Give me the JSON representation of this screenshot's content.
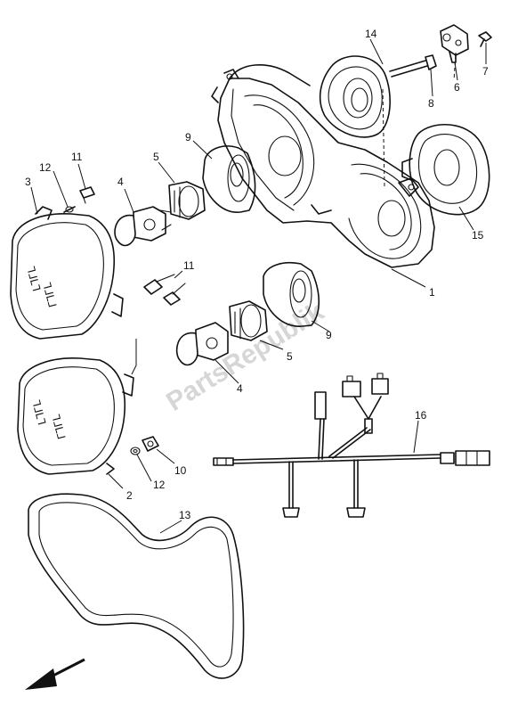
{
  "watermark": "PartsRepublik",
  "callouts": {
    "c1": "1",
    "c2": "2",
    "c3": "3",
    "c4a": "4",
    "c4b": "4",
    "c5a": "5",
    "c5b": "5",
    "c6": "6",
    "c7": "7",
    "c8": "8",
    "c9a": "9",
    "c9b": "9",
    "c10": "10",
    "c11a": "11",
    "c11b": "11",
    "c12a": "12",
    "c12b": "12",
    "c13": "13",
    "c14": "14",
    "c15": "15",
    "c16": "16"
  },
  "icons": {
    "direction_arrow": "arrow-down-left-icon"
  }
}
